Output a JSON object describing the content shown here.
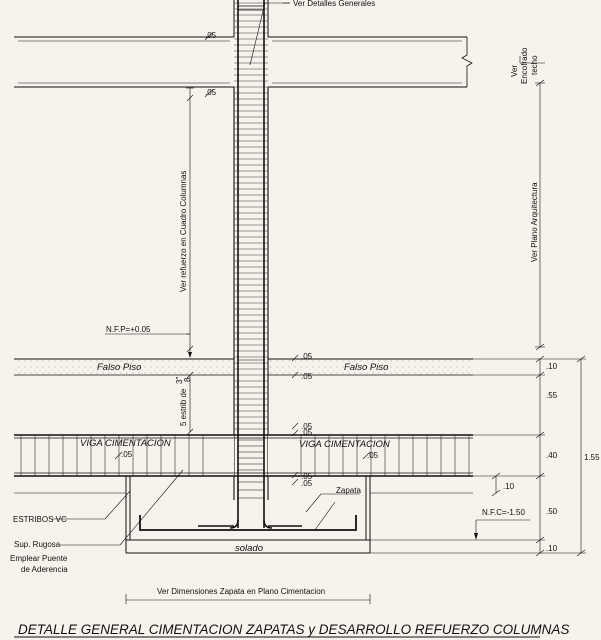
{
  "title": "DETALLE GENERAL CIMENTACION  ZAPATAS  y DESARROLLO REFUERZO COLUMNAS",
  "labels": {
    "ver_detalles_generales": "Ver Detalles Generales",
    "ver_encofrado_techo_1": "Ver",
    "ver_encofrado_techo_2": "Encofrado",
    "ver_encofrado_techo_3": "techo",
    "ver_plano_arquitectura": "Ver Plano Arquitectura",
    "ver_refuerzo_cuadro_columnas": "Ver refuerzo en Cuadro Columnas",
    "nfp": "N.F.P=+0.05",
    "falso_piso_left": "Falso Piso",
    "falso_piso_right": "Falso Piso",
    "estrib_text": "5 estrib de",
    "estrib_fraction_num": "3\"",
    "estrib_fraction_den": "8",
    "viga_left": "VIGA CIMENTACION",
    "viga_right": "VIGA CIMENTACION",
    "zapata": "Zapata",
    "estribos_vc": "ESTRIBOS VC",
    "sup_rugosa": "Sup. Rugosa",
    "emplear_puente": "Emplear Puente",
    "de_aderencia": "de Aderencia",
    "solado": "solado",
    "nfc": "N.F.C=-1.50",
    "ver_dimensiones": "Ver Dimensiones Zapata en Plano Cimentacion"
  },
  "dimensions": {
    "cover_slab_top": ".05",
    "cover_slab_bottom": ".05",
    "cover_floor_top": ".05",
    "cover_floor_bottom": ".05",
    "cover_beam_top_1": ".05",
    "cover_beam_top_2": ".05",
    "cover_beam_left": ".05",
    "cover_beam_right": ".05",
    "cover_beam_bottom_1": ".05",
    "cover_beam_bottom_2": ".05",
    "step_10": ".10",
    "seg_10_top": ".10",
    "seg_55": ".55",
    "seg_40": ".40",
    "seg_50": ".50",
    "seg_10_bottom": ".10",
    "total": "1.55"
  }
}
